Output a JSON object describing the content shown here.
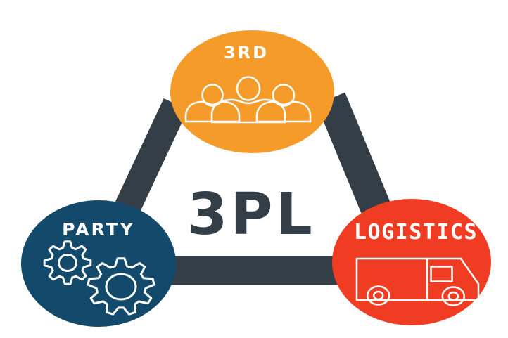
{
  "title": "3PL acronym diagram",
  "center_label": "3PL",
  "center_text_color": "#333E47",
  "connector_color": "#333E47",
  "background_color": "#FFFFFF",
  "icon_stroke_color": "#FFFFFF",
  "nodes": {
    "third": {
      "label": "3RD",
      "color": "#F59B2A",
      "icon": "people-icon"
    },
    "party": {
      "label": "PARTY",
      "color": "#134A6C",
      "icon": "gears-icon"
    },
    "logistics": {
      "label": "LOGISTICS",
      "color": "#EF3C22",
      "icon": "truck-icon"
    }
  },
  "label_text_color": "#FFFFFF"
}
